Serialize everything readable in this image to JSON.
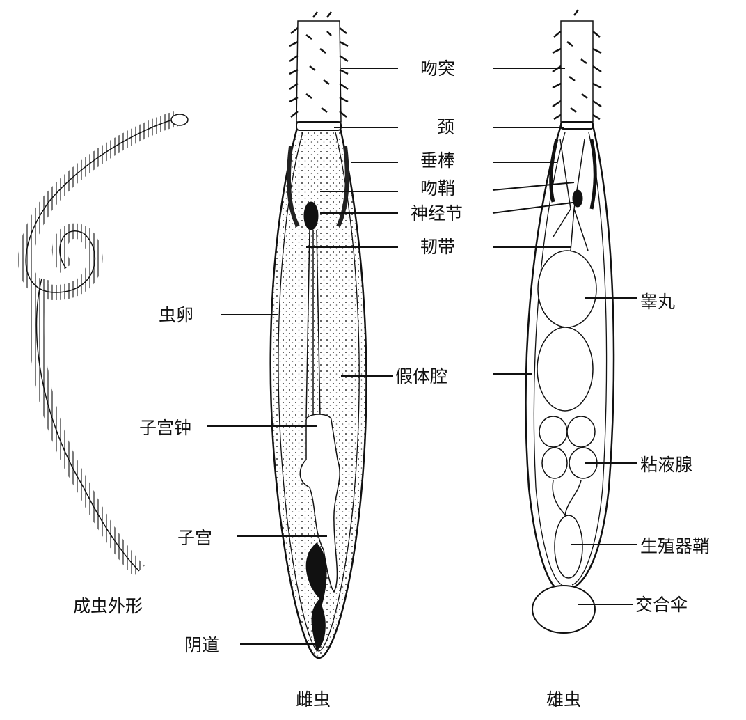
{
  "labels": {
    "proboscis": "吻突",
    "neck": "颈",
    "lemnisci": "垂棒",
    "proboscis_sheath": "吻鞘",
    "ganglion": "神经节",
    "ligament": "韧带",
    "eggs": "虫卵",
    "pseudocoel": "假体腔",
    "uterine_bell": "子宫钟",
    "uterus": "子宫",
    "vagina": "阴道",
    "testes": "睾丸",
    "cement_glands": "粘液腺",
    "genital_sheath": "生殖器鞘",
    "copulatory_bursa": "交合伞",
    "adult_form": "成虫外形",
    "female": "雌虫",
    "male": "雄虫"
  },
  "colors": {
    "ink": "#111111",
    "background": "#ffffff"
  }
}
